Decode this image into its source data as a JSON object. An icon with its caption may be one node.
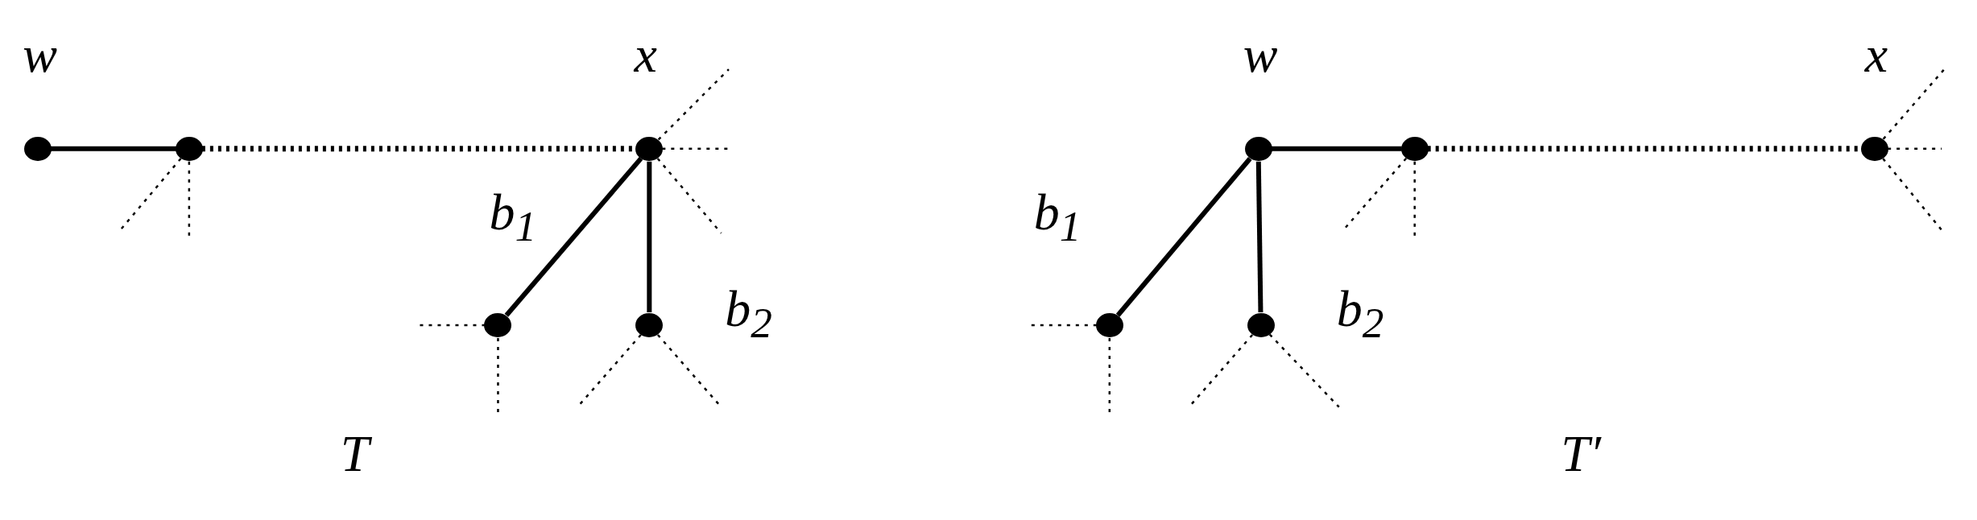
{
  "diagram": {
    "nodes": [
      {
        "text": [],
        "shape": "circle",
        "beside": [
          "w"
        ]
      },
      {
        "text": [],
        "shape": "circle"
      },
      {
        "text": [],
        "shape": "circle",
        "beside": [
          "x"
        ]
      },
      {
        "text": [],
        "shape": "circle"
      },
      {
        "text": [],
        "shape": "circle"
      },
      {
        "text": [],
        "shape": "circle",
        "beside": [
          "w"
        ]
      },
      {
        "text": [],
        "shape": "circle"
      },
      {
        "text": [],
        "shape": "circle",
        "beside": [
          "x"
        ]
      },
      {
        "text": [],
        "shape": "circle"
      },
      {
        "text": [],
        "shape": "circle"
      }
    ],
    "edges": [
      {
        "from": 0,
        "to": 1,
        "arrow": "none"
      },
      {
        "from": 1,
        "to": 2,
        "arrow": "none",
        "style": "dashed"
      },
      {
        "from": 2,
        "to": 3,
        "arrow": "none",
        "label": "b$_{1}$"
      },
      {
        "from": 2,
        "to": 4,
        "arrow": "none",
        "label": "b$_{2}$"
      },
      {
        "from": 1,
        "to": null,
        "arrow": "none",
        "style": "dashed"
      },
      {
        "from": 1,
        "to": null,
        "arrow": "none",
        "style": "dashed"
      },
      {
        "from": 2,
        "to": null,
        "arrow": "none",
        "style": "dashed"
      },
      {
        "from": 2,
        "to": null,
        "arrow": "none",
        "style": "dashed"
      },
      {
        "from": 2,
        "to": null,
        "arrow": "none",
        "style": "dashed"
      },
      {
        "from": 3,
        "to": null,
        "arrow": "none",
        "style": "dashed"
      },
      {
        "from": 3,
        "to": null,
        "arrow": "none",
        "style": "dashed"
      },
      {
        "from": 4,
        "to": null,
        "arrow": "none",
        "style": "dashed"
      },
      {
        "from": 4,
        "to": null,
        "arrow": "none",
        "style": "dashed"
      },
      {
        "from": 5,
        "to": 6,
        "arrow": "none"
      },
      {
        "from": 6,
        "to": 7,
        "arrow": "none",
        "style": "dashed"
      },
      {
        "from": 5,
        "to": 8,
        "arrow": "none",
        "label": "b$_{1}$"
      },
      {
        "from": 5,
        "to": 9,
        "arrow": "none",
        "label": "b$_{2}$"
      },
      {
        "from": 6,
        "to": null,
        "arrow": "none",
        "style": "dashed"
      },
      {
        "from": 6,
        "to": null,
        "arrow": "none",
        "style": "dashed"
      },
      {
        "from": 7,
        "to": null,
        "arrow": "none",
        "style": "dashed"
      },
      {
        "from": 7,
        "to": null,
        "arrow": "none",
        "style": "dashed"
      },
      {
        "from": 7,
        "to": null,
        "arrow": "none",
        "style": "dashed"
      },
      {
        "from": 8,
        "to": null,
        "arrow": "none",
        "style": "dashed"
      },
      {
        "from": 8,
        "to": null,
        "arrow": "none",
        "style": "dashed"
      },
      {
        "from": 9,
        "to": null,
        "arrow": "none",
        "style": "dashed"
      },
      {
        "from": 9,
        "to": null,
        "arrow": "none",
        "style": "dashed"
      }
    ],
    "labels": [
      "T",
      "T′"
    ]
  }
}
